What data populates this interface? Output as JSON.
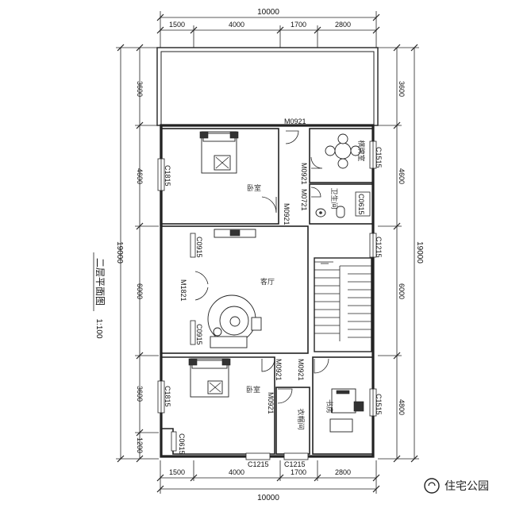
{
  "dimensions": {
    "top_total": "10000",
    "top_segments": [
      "1500",
      "4000",
      "1700",
      "2800"
    ],
    "bottom_total": "10000",
    "bottom_segments": [
      "1500",
      "4000",
      "1700",
      "2800"
    ],
    "left_total": "19000",
    "left_segments": [
      "3600",
      "4600",
      "6000",
      "3600",
      "1200"
    ],
    "right_total": "19000",
    "right_segments": [
      "3600",
      "4600",
      "6000",
      "4800"
    ]
  },
  "drawing_title": "二层平面图",
  "scale": "1:100",
  "rooms": {
    "bedroom_upper": "卧室",
    "bedroom_lower": "卧室",
    "living": "客厅",
    "mahjong": "棋牌室",
    "bathroom": "卫生间",
    "closet": "衣帽间",
    "study": "书房"
  },
  "door_labels": {
    "m0921_top": "M0921",
    "m0921_upper_bed": "M0921",
    "m0921_mahjong": "M0921",
    "m0721_bath": "M0721",
    "m1821_living": "M1821",
    "m0921_lower_left": "M0921",
    "m0921_lower_right": "M0921",
    "m0921_closet": "M0921"
  },
  "window_labels": {
    "c1815_upper": "C1815",
    "c1515_mahjong": "C1515",
    "c0615_bath": "C0615",
    "c0915_upper_living": "C0915",
    "c1215_stair": "C1215",
    "c0915_lower_living": "C0915",
    "c1815_lower": "C1815",
    "c1515_study": "C1515",
    "c0615_lower": "C0615",
    "c1215_bottom_left": "C1215",
    "c1215_bottom_right": "C1215"
  },
  "watermark": "住宅公园",
  "colors": {
    "line": "#222222",
    "background": "#ffffff"
  }
}
